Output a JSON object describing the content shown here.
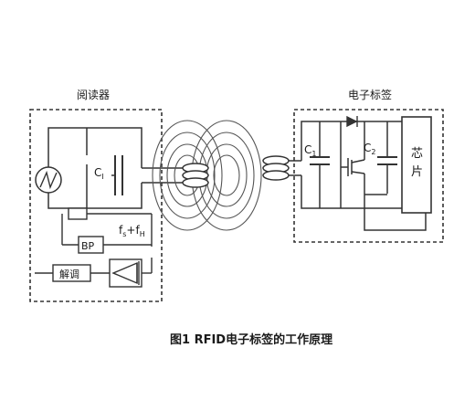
{
  "reader": {
    "title": "阅读器",
    "capacitor_label": "C",
    "capacitor_sub": "I",
    "bp_label": "BP",
    "freq_label_f": "f",
    "freq_sub_s": "s",
    "freq_plus": "+f",
    "freq_sub_h": "H",
    "demod_label": "解调"
  },
  "tag": {
    "title": "电子标签",
    "c1_label": "C",
    "c1_sub": "1",
    "c2_label": "C",
    "c2_sub": "2",
    "chip_label_1": "芯",
    "chip_label_2": "片"
  },
  "caption": "图1 RFID电子标签的工作原理"
}
